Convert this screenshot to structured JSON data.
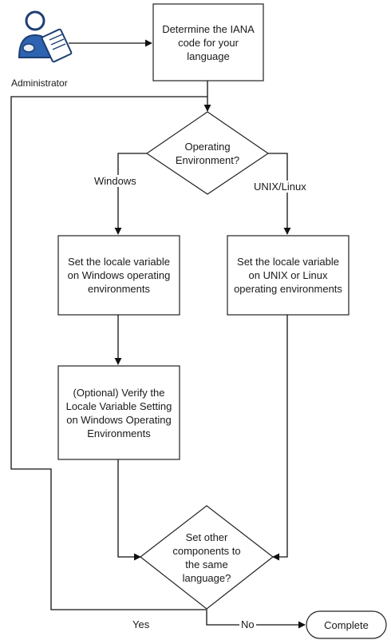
{
  "actor": {
    "label": "Administrator",
    "icon": "administrator-icon"
  },
  "steps": {
    "determine_iana": "Determine the IANA code for your language",
    "set_windows": "Set the locale variable on Windows operating environments",
    "set_unix": "Set the locale variable on UNIX or Linux operating environments",
    "verify_windows": "(Optional) Verify the Locale Variable Setting on Windows Operating Environments"
  },
  "decisions": {
    "operating_environment": "Operating Environment?",
    "set_other": "Set other components to the same language?"
  },
  "edge_labels": {
    "windows": "Windows",
    "unix_linux": "UNIX/Linux",
    "yes": "Yes",
    "no": "No"
  },
  "terminal": {
    "complete": "Complete"
  }
}
